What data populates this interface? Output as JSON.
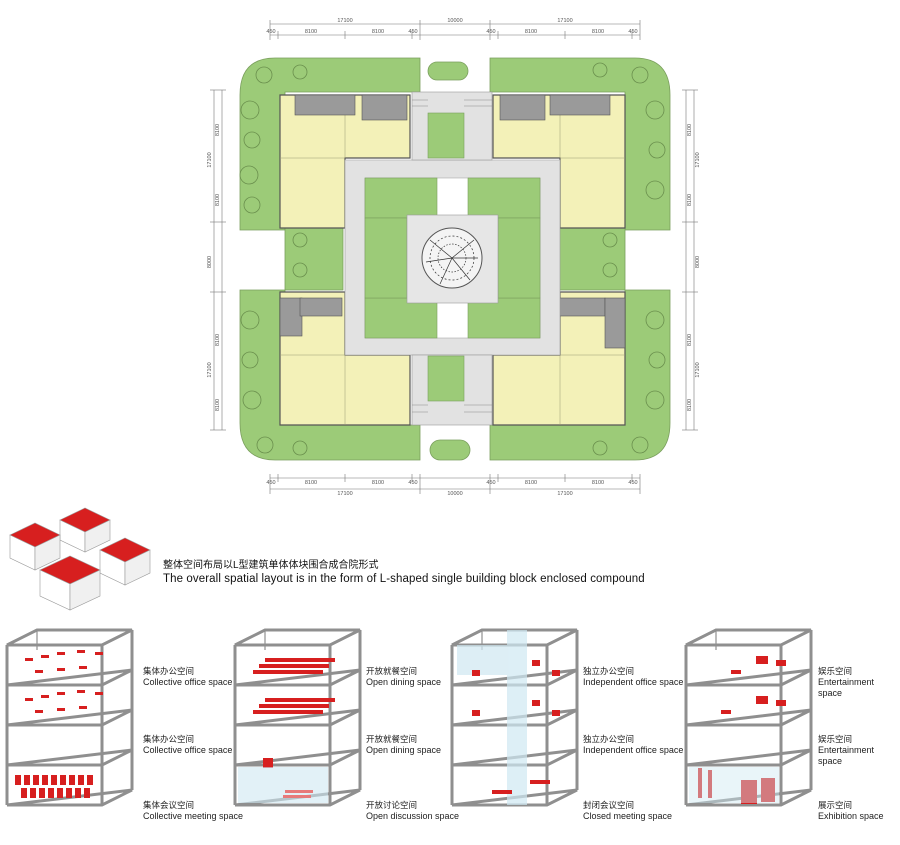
{
  "plan": {
    "top_dims": {
      "overall": [
        "17100",
        "10000",
        "17100"
      ],
      "segments": [
        "450",
        "8100",
        "8100",
        "450",
        "450",
        "8100",
        "8100",
        "450"
      ]
    },
    "bottom_dims": {
      "overall": [
        "17100",
        "10000",
        "17100"
      ],
      "segments": [
        "450",
        "8100",
        "8100",
        "450",
        "450",
        "8100",
        "8100",
        "450"
      ]
    },
    "left_dims": [
      "8100",
      "17100",
      "8100",
      "8000",
      "17100",
      "8100",
      "8100"
    ],
    "right_dims": [
      "8100",
      "17100",
      "8100",
      "8000",
      "17100",
      "8100",
      "8100"
    ]
  },
  "caption": {
    "zh": "整体空间布局以L型建筑单体体块围合成合院形式",
    "en": "The overall spatial layout is in the form of L-shaped single building block enclosed compound"
  },
  "colors": {
    "lawn": "#9ccb78",
    "floor": "#f3f1b8",
    "paving": "#e2e2e2",
    "core": "#9a9a9a",
    "accent_red": "#d71f1f",
    "frame": "#8f8f8f"
  },
  "diagrams": [
    {
      "labels": [
        {
          "zh": "集体办公空间",
          "en": "Collective office space"
        },
        {
          "zh": "集体办公空间",
          "en": "Collective office space"
        },
        {
          "zh": "集体会议空间",
          "en": "Collective meeting space"
        }
      ]
    },
    {
      "labels": [
        {
          "zh": "开放就餐空间",
          "en": "Open dining space"
        },
        {
          "zh": "开放就餐空间",
          "en": "Open dining space"
        },
        {
          "zh": "开放讨论空间",
          "en": "Open discussion space"
        }
      ]
    },
    {
      "labels": [
        {
          "zh": "独立办公空间",
          "en": "Independent office space"
        },
        {
          "zh": "独立办公空间",
          "en": "Independent office space"
        },
        {
          "zh": "封闭会议空间",
          "en": "Closed meeting space"
        }
      ]
    },
    {
      "labels": [
        {
          "zh": "娱乐空间",
          "en": "Entertainment space"
        },
        {
          "zh": "娱乐空间",
          "en": "Entertainment space"
        },
        {
          "zh": "展示空间",
          "en": "Exhibition space"
        }
      ]
    }
  ]
}
